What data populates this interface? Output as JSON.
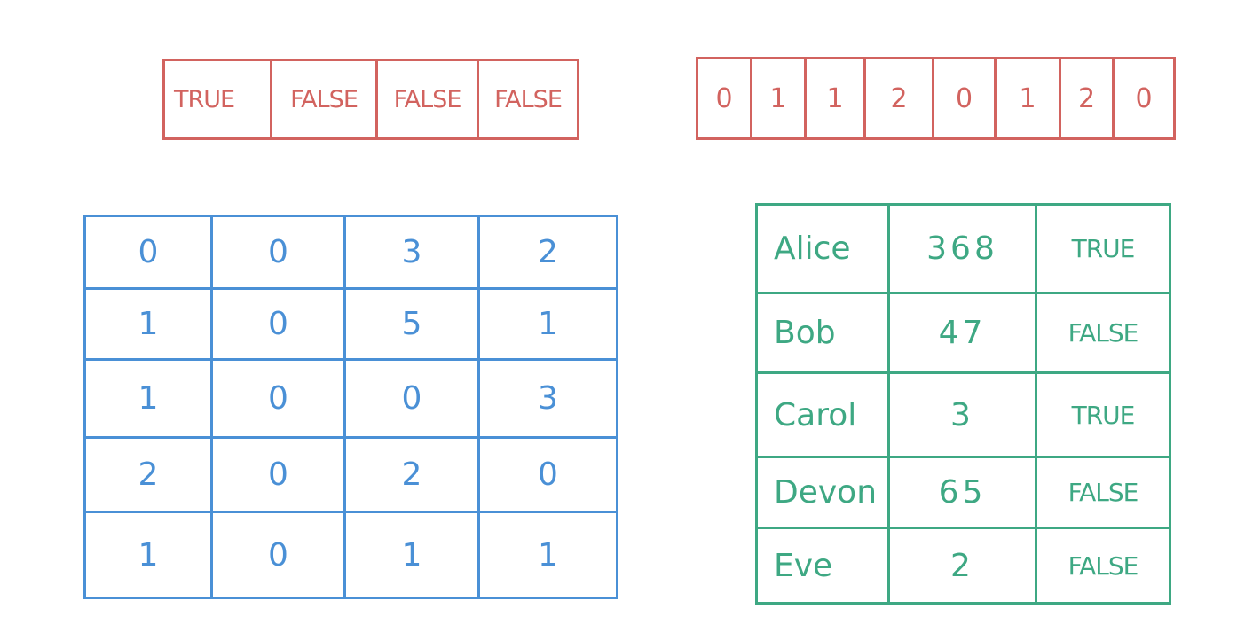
{
  "bool_vector": [
    "TRUE",
    "FALSE",
    "FALSE",
    "FALSE"
  ],
  "int_vector": [
    "0",
    "1",
    "1",
    "2",
    "0",
    "1",
    "2",
    "0"
  ],
  "matrix": [
    [
      "0",
      "0",
      "3",
      "2"
    ],
    [
      "1",
      "0",
      "5",
      "1"
    ],
    [
      "1",
      "0",
      "0",
      "3"
    ],
    [
      "2",
      "0",
      "2",
      "0"
    ],
    [
      "1",
      "0",
      "1",
      "1"
    ]
  ],
  "data_frame": [
    [
      "Alice",
      "368",
      "TRUE"
    ],
    [
      "Bob",
      "47",
      "FALSE"
    ],
    [
      "Carol",
      "3",
      "TRUE"
    ],
    [
      "Devon",
      "65",
      "FALSE"
    ],
    [
      "Eve",
      "2",
      "FALSE"
    ]
  ],
  "colors": {
    "vector": "#d2635f",
    "matrix": "#4a90d6",
    "data_frame": "#3ea883"
  }
}
